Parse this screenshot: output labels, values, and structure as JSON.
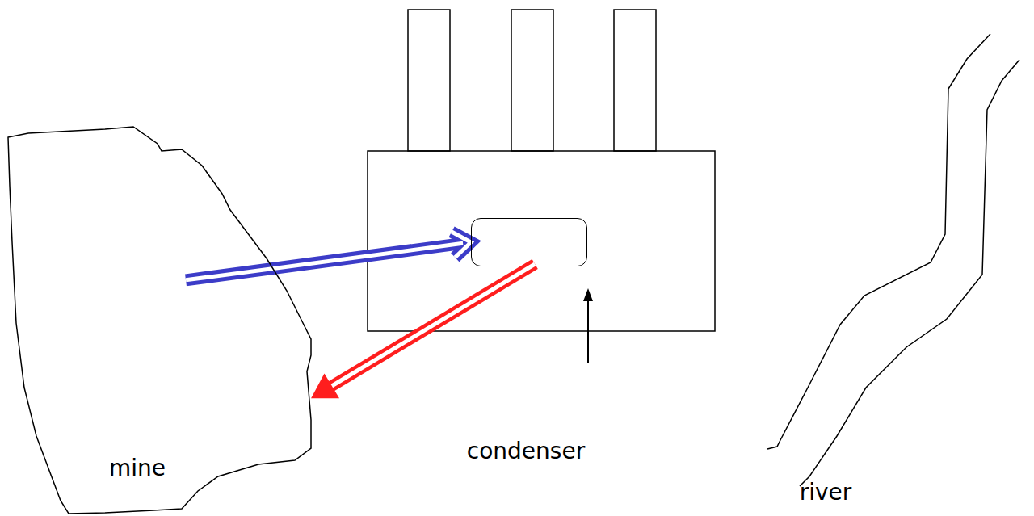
{
  "diagram": {
    "nodes": [
      {
        "text": [
          "mine"
        ]
      },
      {
        "text": [
          "condenser"
        ]
      }
    ],
    "edges": [
      {
        "from": 0,
        "to": 1,
        "arrow": "to"
      },
      {
        "from": 1,
        "to": 0,
        "arrow": "to"
      }
    ],
    "labels": [
      "river"
    ]
  }
}
